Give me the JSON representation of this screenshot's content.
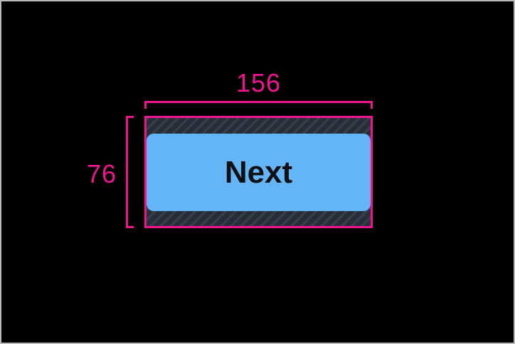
{
  "colors": {
    "canvas-bg": "#000000",
    "canvas-border": "#b9b9b9",
    "accent": "#f0148f",
    "hatch-bg": "#37404c",
    "hatch-stripe": "#272e38",
    "button-fill": "#64b5f6",
    "button-text": "#101114"
  },
  "measurement": {
    "width_label": "156",
    "height_label": "76"
  },
  "button": {
    "label": "Next"
  }
}
